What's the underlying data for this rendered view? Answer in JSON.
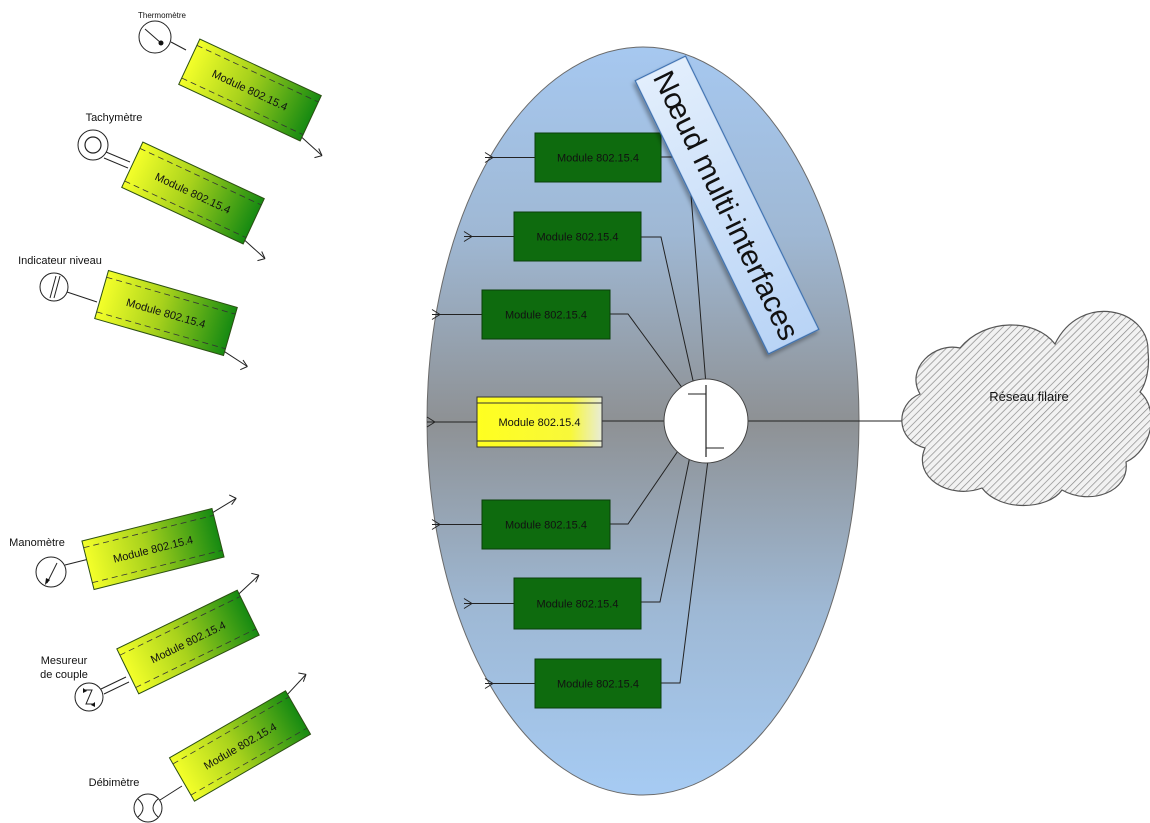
{
  "node_label": "Nœud multi-interfaces",
  "network_label": "Réseau filaire",
  "module_label": "Module 802.15.4",
  "sensors": [
    {
      "label": "Thermomètre",
      "icon": "thermometer-icon"
    },
    {
      "label": "Tachymètre",
      "icon": "tachometer-icon"
    },
    {
      "label": "Indicateur niveau",
      "icon": "level-indicator-icon"
    },
    {
      "label": "Manomètre",
      "icon": "pressure-gauge-icon"
    },
    {
      "label": "Mesureur",
      "label2": "de couple",
      "icon": "torque-meter-icon"
    },
    {
      "label": "Débimètre",
      "icon": "flow-meter-icon"
    }
  ],
  "node_modules": [
    {
      "label": "Module 802.15.4",
      "highlighted": false
    },
    {
      "label": "Module 802.15.4",
      "highlighted": false
    },
    {
      "label": "Module 802.15.4",
      "highlighted": false
    },
    {
      "label": "Module 802.15.4",
      "highlighted": true
    },
    {
      "label": "Module 802.15.4",
      "highlighted": false
    },
    {
      "label": "Module 802.15.4",
      "highlighted": false
    },
    {
      "label": "Module 802.15.4",
      "highlighted": false
    }
  ],
  "colors": {
    "module_dark_green": "#0e6b0e",
    "module_yellow": "#ffff33",
    "ellipse_top": "#a8c8ee",
    "ellipse_mid": "#8f9396",
    "node_label_bg": "#c6dcf7",
    "cloud_stroke": "#555555"
  }
}
